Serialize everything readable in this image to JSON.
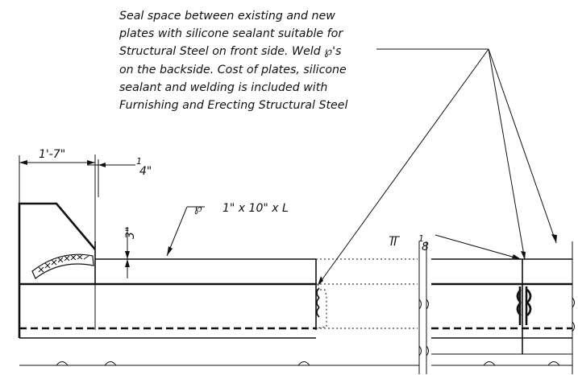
{
  "note": {
    "lines": [
      "Seal space between existing and new",
      "plates with silicone sealant suitable for",
      "Structural Steel on front side. Weld ℘'s",
      "on the backside. Cost of plates, silicone",
      "sealant and welding is included with",
      "Furnishing and Erecting Structural Steel"
    ]
  },
  "dimensions": {
    "width": "1'-7\"",
    "gap_num": "1",
    "gap_den": "4\"",
    "height": "3\"",
    "tol_num": "1",
    "tol_den": "8"
  },
  "plate_label": {
    "symbol": "℘",
    "size": "1\" x 10\" x L"
  }
}
